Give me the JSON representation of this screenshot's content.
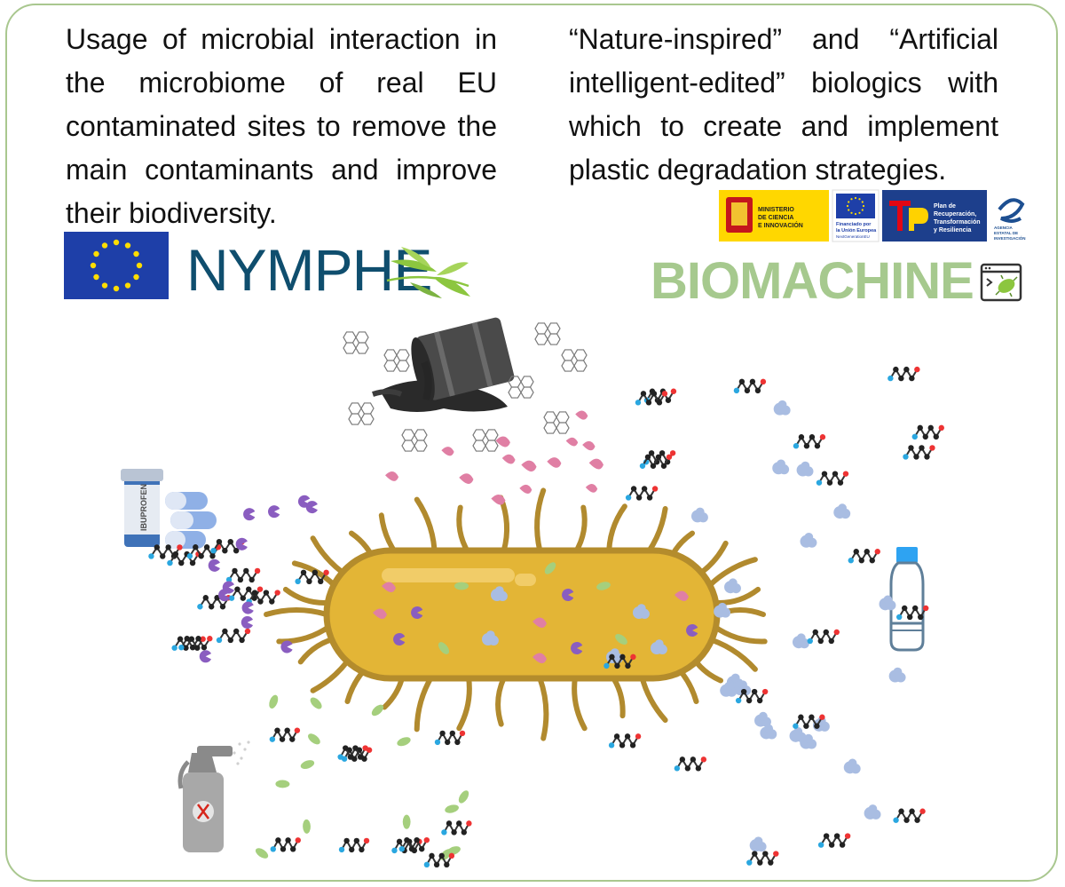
{
  "nymphe": {
    "description": "Usage of microbial interaction in the microbiome of real EU contaminated sites to remove the main contaminants and improve their biodiversity.",
    "wordmark": "NYMPHE"
  },
  "biomachine": {
    "description": "“Nature-inspired” and “Artificial intelligent-edited” biologics with which to create and implement plastic degradation strategies.",
    "wordmark": "BIOMACHINE"
  },
  "funders": {
    "ministry": [
      "MINISTERIO",
      "DE CIENCIA",
      "E INNOVACIÓN"
    ],
    "eu_fund": [
      "Financiado por",
      "la Unión Europea",
      "NextGenerationEU"
    ],
    "recovery_plan": [
      "Plan de",
      "Recuperación,",
      "Transformación",
      "y Resiliencia"
    ],
    "agency": [
      "AGENCIA",
      "ESTATAL DE",
      "INVESTIGACIÓN"
    ]
  },
  "scene": {
    "pill_bottle_label": "IBUPROFEN"
  },
  "colors": {
    "frame": "#a9c78f",
    "nymphe_blue": "#0f4e6e",
    "biomachine_green": "#a6c98e",
    "bacterium_body": "#e3b536",
    "bacterium_edge": "#b48c2c",
    "flagella": "#b18a2e",
    "enzyme_pink": "#e07fa4",
    "enzyme_purple": "#8a5dc0",
    "enzyme_green": "#a5cf7d",
    "enzyme_blue": "#a9bde2"
  }
}
